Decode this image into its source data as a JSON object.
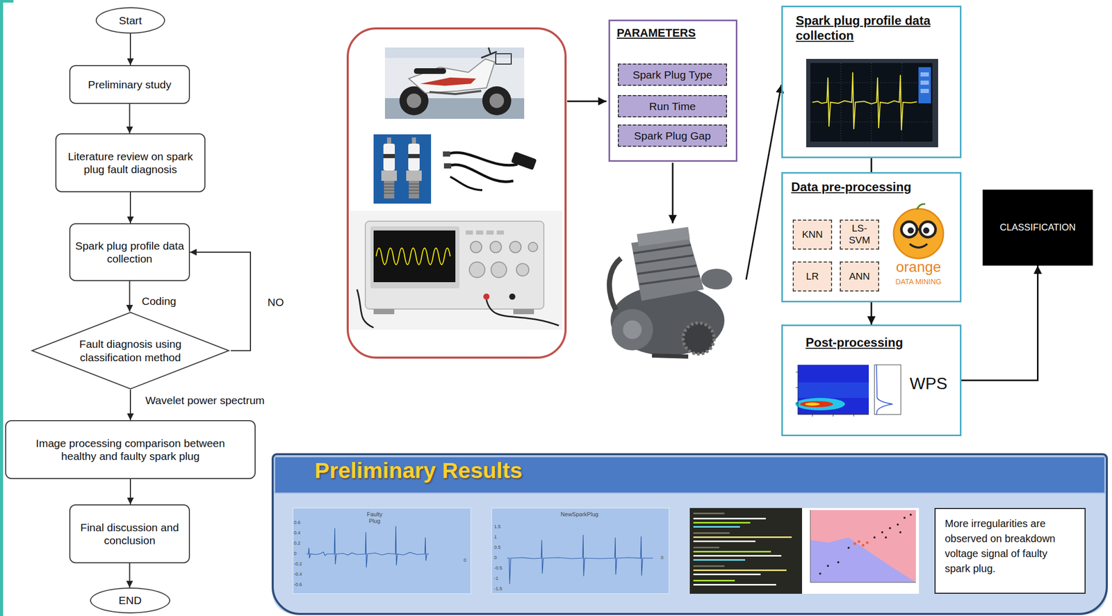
{
  "diagram": {
    "nodes": [
      {
        "text": [
          "Start"
        ]
      },
      {
        "text": [
          "Preliminary study"
        ]
      },
      {
        "text": [
          "Literature review on spark plug fault diagnosis"
        ]
      },
      {
        "text": [
          "Spark plug profile data collection"
        ]
      },
      {
        "text": [
          "Fault diagnosis using classification method"
        ]
      },
      {
        "text": [
          "Image processing comparison between healthy and faulty spark plug"
        ]
      },
      {
        "text": [
          "Final discussion and conclusion"
        ]
      },
      {
        "text": [
          "END"
        ]
      },
      {
        "text": [
          "PARAMETERS"
        ]
      },
      {
        "text": [
          "Spark Plug Type"
        ],
        "in": 8
      },
      {
        "text": [
          "Run Time"
        ],
        "in": 8
      },
      {
        "text": [
          "Spark Plug Gap"
        ],
        "in": 8
      },
      {
        "text": [
          "Spark plug profile data collection"
        ]
      },
      {
        "text": [
          "Data pre-processing"
        ]
      },
      {
        "text": [
          "KNN"
        ],
        "in": 13
      },
      {
        "text": [
          "LS-SVM"
        ],
        "in": 13
      },
      {
        "text": [
          "LR"
        ],
        "in": 13
      },
      {
        "text": [
          "ANN"
        ],
        "in": 13
      },
      {
        "text": [
          "Post-processing",
          "WPS"
        ]
      },
      {
        "text": [
          "CLASSIFICATION"
        ]
      },
      {
        "text": [
          "Preliminary Results"
        ]
      },
      {
        "text": [
          "More irregularities are observed on breakdown voltage signal of faulty spark plug."
        ],
        "in": 20
      }
    ],
    "edges": [
      {
        "from": 0,
        "to": 1,
        "arrow": "to"
      },
      {
        "from": 1,
        "to": 2,
        "arrow": "to"
      },
      {
        "from": 2,
        "to": 3,
        "arrow": "to"
      },
      {
        "from": 3,
        "to": 4,
        "arrow": "to",
        "label": "Coding"
      },
      {
        "from": 4,
        "to": 3,
        "arrow": "to",
        "label": "NO"
      },
      {
        "from": 4,
        "to": 5,
        "arrow": "to",
        "label": "Wavelet power spectrum"
      },
      {
        "from": 5,
        "to": 6,
        "arrow": "to"
      },
      {
        "from": 6,
        "to": 7,
        "arrow": "to"
      },
      {
        "from": 12,
        "to": 13,
        "arrow": "none"
      },
      {
        "from": 13,
        "to": 18,
        "arrow": "to"
      },
      {
        "from": 18,
        "to": 19,
        "arrow": "to"
      }
    ],
    "labels": [
      "orange",
      "DATA MINING",
      "Faulty Plug",
      "0.6",
      "0.4",
      "0.2",
      "0",
      "-0.2",
      "-0.4",
      "-0.6",
      "0",
      "NewSparkPlug",
      "1.5",
      "1",
      "0.5",
      "0",
      "-0.5",
      "-1",
      "-1.5",
      "0"
    ]
  }
}
